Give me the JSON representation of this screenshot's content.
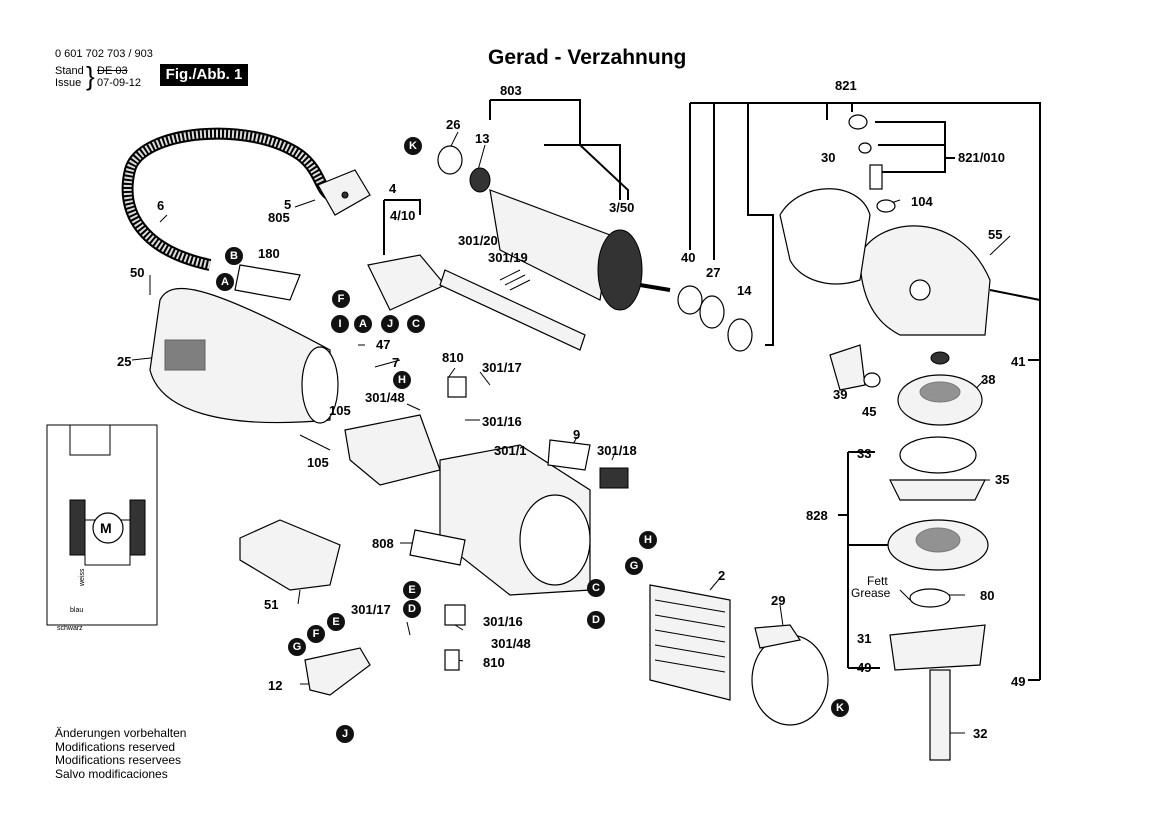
{
  "header": {
    "doc_number": "0 601 702 703 / 903",
    "stand_label": "Stand",
    "stand_value": "DE 03",
    "issue_label": "Issue",
    "issue_value": "07-09-12",
    "figure_label": "Fig./Abb. 1"
  },
  "title": "Gerad - Verzahnung",
  "footer": {
    "lines": [
      "Änderungen vorbehalten",
      "Modifications reserved",
      "Modifications reservees",
      "Salvo modificaciones"
    ]
  },
  "part_labels": [
    {
      "id": "p803",
      "text": "803"
    },
    {
      "id": "p821",
      "text": "821"
    },
    {
      "id": "p26",
      "text": "26"
    },
    {
      "id": "p13",
      "text": "13"
    },
    {
      "id": "p30",
      "text": "30"
    },
    {
      "id": "p821_010",
      "text": "821/010"
    },
    {
      "id": "p6",
      "text": "6"
    },
    {
      "id": "p4",
      "text": "4"
    },
    {
      "id": "p4_10",
      "text": "4/10"
    },
    {
      "id": "p3_50",
      "text": "3/50"
    },
    {
      "id": "p104",
      "text": "104"
    },
    {
      "id": "p5",
      "text": "5"
    },
    {
      "id": "p805",
      "text": "805"
    },
    {
      "id": "p180",
      "text": "180"
    },
    {
      "id": "p301_20",
      "text": "301/20"
    },
    {
      "id": "p301_19",
      "text": "301/19"
    },
    {
      "id": "p40",
      "text": "40"
    },
    {
      "id": "p27",
      "text": "27"
    },
    {
      "id": "p55",
      "text": "55"
    },
    {
      "id": "p50",
      "text": "50"
    },
    {
      "id": "p14",
      "text": "14"
    },
    {
      "id": "p25",
      "text": "25"
    },
    {
      "id": "p47",
      "text": "47"
    },
    {
      "id": "p7",
      "text": "7"
    },
    {
      "id": "p810a",
      "text": "810"
    },
    {
      "id": "p301_17a",
      "text": "301/17"
    },
    {
      "id": "p41",
      "text": "41"
    },
    {
      "id": "p38",
      "text": "38"
    },
    {
      "id": "p39",
      "text": "39"
    },
    {
      "id": "p45",
      "text": "45"
    },
    {
      "id": "p301_48a",
      "text": "301/48"
    },
    {
      "id": "p105a",
      "text": "105"
    },
    {
      "id": "p301_16a",
      "text": "301/16"
    },
    {
      "id": "p9",
      "text": "9"
    },
    {
      "id": "p301_1",
      "text": "301/1"
    },
    {
      "id": "p105b",
      "text": "105"
    },
    {
      "id": "p301_18",
      "text": "301/18"
    },
    {
      "id": "p33",
      "text": "33"
    },
    {
      "id": "p35",
      "text": "35"
    },
    {
      "id": "p828",
      "text": "828"
    },
    {
      "id": "p808",
      "text": "808"
    },
    {
      "id": "p2",
      "text": "2"
    },
    {
      "id": "p51",
      "text": "51"
    },
    {
      "id": "p29",
      "text": "29"
    },
    {
      "id": "p301_17b",
      "text": "301/17"
    },
    {
      "id": "p301_16b",
      "text": "301/16"
    },
    {
      "id": "p301_48b",
      "text": "301/48"
    },
    {
      "id": "p810b",
      "text": "810"
    },
    {
      "id": "p80",
      "text": "80"
    },
    {
      "id": "p31",
      "text": "31"
    },
    {
      "id": "p49a",
      "text": "49"
    },
    {
      "id": "p49b",
      "text": "49"
    },
    {
      "id": "p12",
      "text": "12"
    },
    {
      "id": "p32",
      "text": "32"
    }
  ],
  "grease_label": {
    "line1": "Fett",
    "line2": "Grease"
  },
  "schematic": {
    "motor": "M",
    "wire1": "blau",
    "wire2": "schwarz",
    "wire3": "weiss"
  },
  "connectors": [
    "K",
    "B",
    "A",
    "F",
    "I",
    "A",
    "J",
    "C",
    "H",
    "E",
    "D",
    "G",
    "F",
    "E",
    "G",
    "C",
    "D",
    "H",
    "K",
    "J"
  ]
}
